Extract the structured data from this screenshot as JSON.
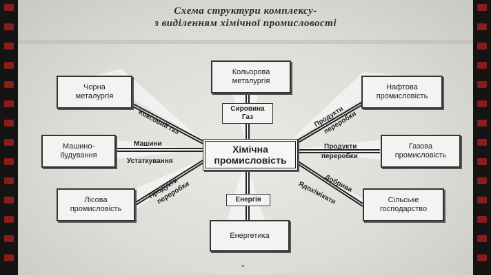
{
  "title": {
    "line1": "Схема структури комплексу-",
    "line2": "з виділенням хімічної промисловості"
  },
  "center": {
    "line1": "Хімічна",
    "line2": "промисловість"
  },
  "nodes": {
    "chorna": {
      "line1": "Чорна",
      "line2": "металургія"
    },
    "kolorova": {
      "line1": "Кольорова",
      "line2": "металургія"
    },
    "naftova": {
      "line1": "Нафтова",
      "line2": "промисловість"
    },
    "mashyno": {
      "line1": "Машино-",
      "line2": "будування"
    },
    "gazova": {
      "line1": "Газова",
      "line2": "промисловість"
    },
    "lisova": {
      "line1": "Лісова",
      "line2": "промисловість"
    },
    "energetyka": {
      "line1": "Енергетика"
    },
    "silske": {
      "line1": "Сільське",
      "line2": "господарство"
    }
  },
  "links": {
    "koksovyi_gaz": "Коксовий газ",
    "syrovyna": "Сировина",
    "gaz": "Газ",
    "nafta_produkty": "Продукти",
    "nafta_pererobky": "переробки",
    "mashyny": "Машини",
    "ustatkuvannia": "Устаткування",
    "gaz_produkty": "Продукти",
    "gaz_pererobky": "переробки",
    "lis_produkty": "Продукти",
    "lis_pererobky": "переробки",
    "energiia": "Енергія",
    "dobryva": "Добрива",
    "iadokhimikaty": "Ядохімікати"
  },
  "colors": {
    "background": "#dcdcd8",
    "ink": "#222222",
    "film_hole": "#8a1c1c"
  },
  "icons": {
    "bottom_marker": "chevron-down-icon"
  }
}
